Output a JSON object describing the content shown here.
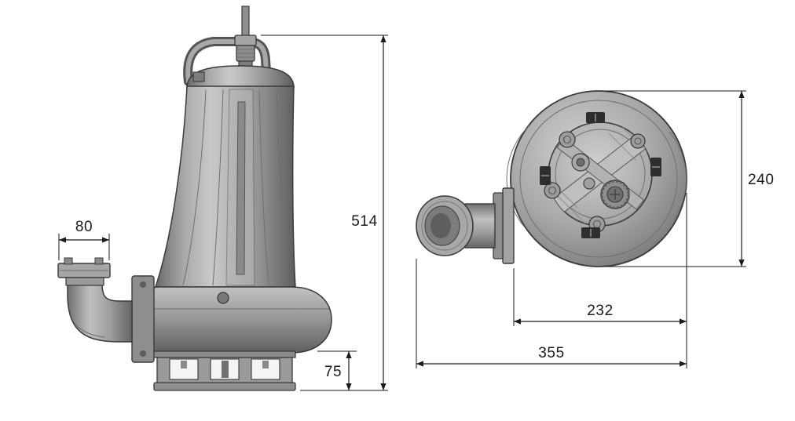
{
  "drawing": {
    "name": "Submersible pump dimension drawing",
    "views": {
      "side_view": "pump side elevation",
      "top_view": "pump volute top view"
    },
    "dimensions": {
      "discharge_width": "80",
      "total_height": "514",
      "base_height": "75",
      "volute_od": "240",
      "flange_to_edge": "232",
      "overall_width": "355"
    },
    "colors": {
      "background": "#ffffff",
      "outline": "#3a3a3a",
      "body_gray": "#9a9a9a",
      "body_light": "#c9c9c9",
      "body_dark": "#636363",
      "dimension_ink": "#1b1b1b"
    }
  }
}
